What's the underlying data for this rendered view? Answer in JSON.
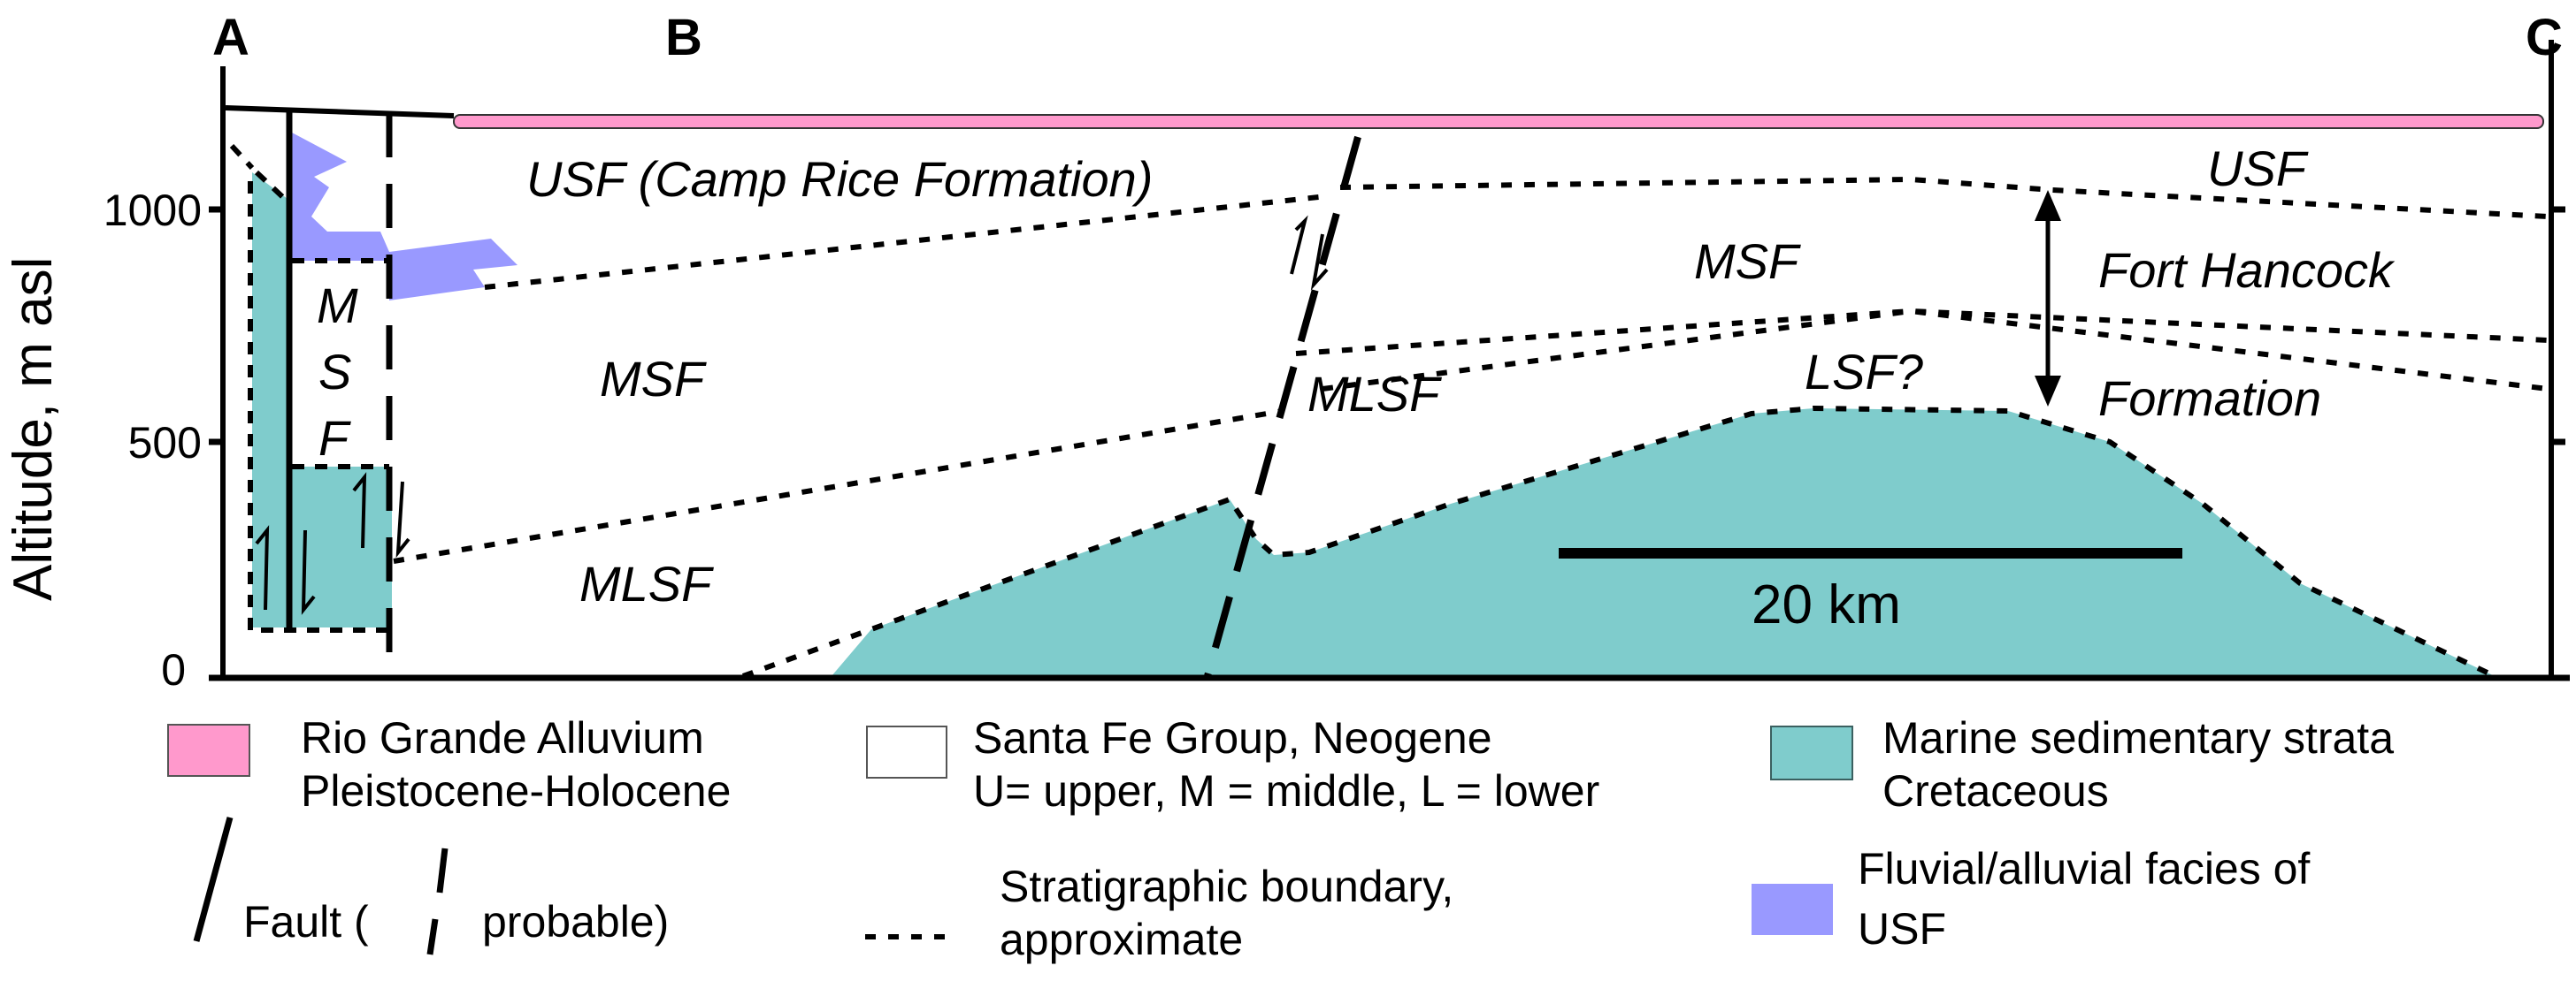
{
  "diagram": {
    "type": "geologic-cross-section",
    "section_labels": [
      "A",
      "B",
      "C"
    ],
    "y_axis": {
      "label": "Altitude, m asl",
      "ticks": [
        "0",
        "500",
        "1000"
      ],
      "range": [
        0,
        1200
      ]
    },
    "scale_bar": {
      "label": "20 km"
    },
    "unit_labels": {
      "usf_camp_rice": "USF  (Camp Rice Formation)",
      "usf_right": "USF",
      "msf_left_vertical": [
        "M",
        "S",
        "F"
      ],
      "msf_left": "MSF",
      "msf_center": "MSF",
      "mlsf_left": "MLSF",
      "mlsf_center": "MLSF",
      "lsf": "LSF?",
      "fort_hancock_line1": "Fort Hancock",
      "fort_hancock_line2": "Formation"
    },
    "colors": {
      "rio_grande_alluvium": "#ff99cc",
      "marine_strata": "#7fcccc",
      "fluvial_facies": "#9999ff",
      "line": "#000000"
    }
  },
  "legend": {
    "items": [
      {
        "key": "rio-grande-alluvium",
        "swatch": "#ff99cc",
        "line1": "Rio Grande Alluvium",
        "line2": "Pleistocene-Holocene"
      },
      {
        "key": "santa-fe-group",
        "swatch": "#ffffff",
        "line1": "Santa Fe Group, Neogene",
        "line2": "U= upper, M  = middle, L = lower"
      },
      {
        "key": "marine-strata",
        "swatch": "#7fcccc",
        "line1": "Marine sedimentary strata",
        "line2": "Cretaceous"
      },
      {
        "key": "fault",
        "line1": "Fault  (",
        "line2": "probable)"
      },
      {
        "key": "stratigraphic-boundary",
        "line1": "Stratigraphic boundary,",
        "line2": "approximate"
      },
      {
        "key": "fluvial-facies",
        "swatch": "#9999ff",
        "line1": "Fluvial/alluvial facies of",
        "line2": "USF"
      }
    ]
  }
}
